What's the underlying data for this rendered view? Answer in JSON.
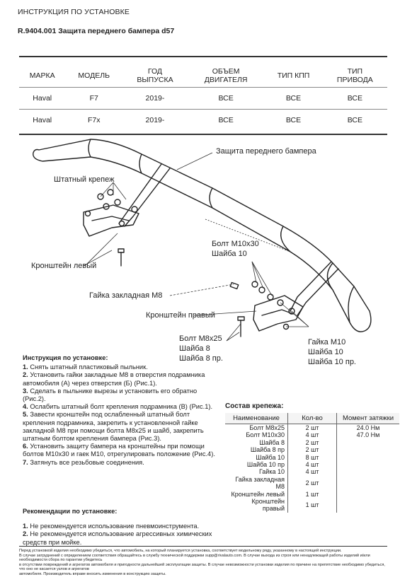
{
  "header": {
    "title": "ИНСТРУКЦИЯ ПО УСТАНОВКЕ",
    "product": "R.9404.001 Защита переднего бампера d57"
  },
  "spec_table": {
    "columns": [
      "МАРКА",
      "МОДЕЛЬ",
      "ГОД ВЫПУСКА",
      "ОБЪЕМ ДВИГАТЕЛЯ",
      "ТИП КПП",
      "ТИП ПРИВОДА"
    ],
    "column_lines": [
      [
        "МАРКА"
      ],
      [
        "МОДЕЛЬ"
      ],
      [
        "ГОД",
        "ВЫПУСКА"
      ],
      [
        "ОБЪЕМ",
        "ДВИГАТЕЛЯ"
      ],
      [
        "ТИП КПП"
      ],
      [
        "ТИП",
        "ПРИВОДА"
      ]
    ],
    "rows": [
      [
        "Haval",
        "F7",
        "2019-",
        "ВСЕ",
        "ВСЕ",
        "ВСЕ"
      ],
      [
        "Haval",
        "F7x",
        "2019-",
        "ВСЕ",
        "ВСЕ",
        "ВСЕ"
      ]
    ]
  },
  "diagram": {
    "labels": {
      "guard": "Защита переднего бампера",
      "std_mount": "Штатный крепеж",
      "left_bracket": "Кронштейн левый",
      "weld_nut": "Гайка закладная М8",
      "bolt_m10": "Болт М10х30",
      "washer10": "Шайба 10",
      "right_bracket": "Кронштейн правый",
      "bolt_m8": "Болт М8х25",
      "washer8": "Шайба 8",
      "washer8_split": "Шайба 8 пр.",
      "nut_m10": "Гайка М10",
      "washer10b": "Шайба 10",
      "washer10_split": "Шайба 10 пр."
    }
  },
  "instructions": {
    "title": "Инструкция по установке:",
    "steps": [
      {
        "num": "1.",
        "text": " Снять штатный пластиковый пыльник."
      },
      {
        "num": "2.",
        "text": " Установить гайки закладные М8 в отверстия подрамника автомобиля (А) через отверстия (Б) (Рис.1)."
      },
      {
        "num": "3.",
        "text": " Сделать в пыльнике вырезы и установить его обратно (Рис.2)."
      },
      {
        "num": "4.",
        "text": " Ослабить штатный болт крепления подрамника (В) (Рис.1)."
      },
      {
        "num": "5.",
        "text": " Завести кронштейн под ослабленный штатный болт крепления подрамника, закрепить к установленной гайке закладной М8 при помощи болта М8х25 и шайб, закрепить штатным болтом крепления бампера (Рис.3)."
      },
      {
        "num": "6.",
        "text": " Установить защиту бампера на кронштейны при помощи болтов М10х30 и гаек М10, отрегулировать положение (Рис.4)."
      },
      {
        "num": "7.",
        "text": " Затянуть все резьбовые соединения."
      }
    ]
  },
  "recommendations": {
    "title": "Рекомендации по установке:",
    "items": [
      {
        "num": "1.",
        "text": " Не рекомендуется использование пневмоинструмента."
      },
      {
        "num": "2.",
        "text": " Не рекомендуется использование агрессивных химических средств при мойке."
      }
    ]
  },
  "parts": {
    "title": "Состав крепежа:",
    "headers": [
      "Наименование",
      "Кол-во",
      "Момент затяжки"
    ],
    "rows": [
      [
        "Болт М8х25",
        "2 шт",
        "24.0 Нм"
      ],
      [
        "Болт М10х30",
        "4 шт",
        "47.0 Нм"
      ],
      [
        "Шайба 8",
        "2 шт",
        ""
      ],
      [
        "Шайба 8 пр",
        "2 шт",
        ""
      ],
      [
        "Шайба 10",
        "8 шт",
        ""
      ],
      [
        "Шайба 10 пр",
        "4 шт",
        ""
      ],
      [
        "Гайка 10",
        "4 шт",
        ""
      ],
      [
        "Гайка закладная М8",
        "2 шт",
        ""
      ],
      [
        "Кронштейн левый",
        "1 шт",
        ""
      ],
      [
        "Кронштейн правый",
        "1 шт",
        ""
      ]
    ]
  },
  "footer": {
    "line1": "Перед установкой изделия необходимо убедиться, что автомобиль, на который планируется установка, соответствует модельному ряду, указанному в настоящей инструкции.",
    "line2": "В случае затруднений с определением соответствия обращайтесь в службу технической поддержки supp@rivalauto.com. В случае выхода из строя или ненадлежащей работы изделий и/или необходимости сбора по гарантии убедитесь",
    "line3": "в отсутствии повреждений и агрегатов автомобиля и пригодности дальнейшей эксплуатации защиты. В случае невозможности установки изделия по причине на препятствие необходимо убедиться, что оно не касается узлов и агрегатов",
    "line4": "автомобиля. Производитель вправе вносить изменения в конструкцию защиты."
  }
}
